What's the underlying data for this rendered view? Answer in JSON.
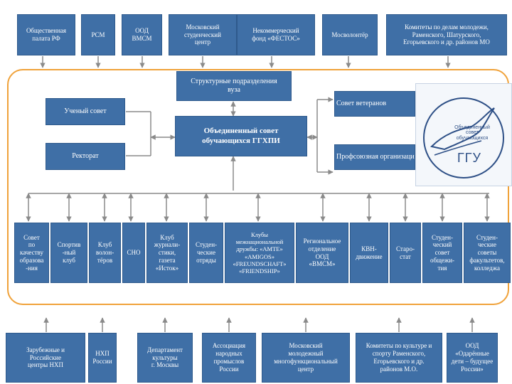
{
  "colors": {
    "box_fill": "#3f6fa6",
    "frame": "#f0a23a",
    "connector": "#8a8a8a"
  },
  "top_row": [
    "Общественная\nпалата РФ",
    "РСМ",
    "ООД\nВМСМ",
    "Московский\nстуденческий\nцентр",
    "Некоммерческий\nфонд «ФЕСТОС»",
    "Мосволонтёр",
    "Комитеты по делам молодежи,\nРаменского, Шатурского,\nЕгорьевского и др. районов МО"
  ],
  "center": {
    "structural": "Структурные подразделения\nвуза",
    "main": "Объединенный совет\nобучающихся ГГХПИ",
    "academic_council": "Ученый совет",
    "rectorate": "Ректорат",
    "veterans": "Совет ветеранов",
    "trade_union": "Профсоюзная организация"
  },
  "middle_row": [
    "Совет\nпо\nкачеству\nобразова\n-ния",
    "Спортив\n-ный\nклуб",
    "Клуб\nволон-\nтёров",
    "СНО",
    "Клуб\nжурнали-\nстики,\nгазета\n«Исток»",
    "Студен-\nческие\nотряды",
    "Клубы\nмежнациональной\nдружбы: «АМТЕ»\n«AMIGOS»\n«FREUNDSCHAFT»\n«FRIENDSHIP»",
    "Региональное\nотделение\nООД\n«ВМСМ»",
    "КВН-\nдвижение",
    "Старо-\nстат",
    "Студен-\nческий\nсовет\nобщежи-\nтия",
    "Студен-\nческие\nсоветы\nфакультетов,\nколледжа"
  ],
  "bottom_row": [
    "Зарубежные и\nРоссийские\nцентры НХП",
    "НХП\nРоссии",
    "Департамент\nкультуры\nг. Москвы",
    "Ассоциация\nнародных\nпромыслов\nРоссии",
    "Московский\nмолодежный\nмногофункциональный\nцентр",
    "Комитеты по культуре и\nспорту Раменского,\nЕгорьевского и др.\nрайонов М.О.",
    "ООД\n«Одарённые\nдети – будущее\nРоссии»"
  ],
  "logo": {
    "text": "Объединенный\nсовет\nобучающихся",
    "abbr": "ГГУ"
  }
}
